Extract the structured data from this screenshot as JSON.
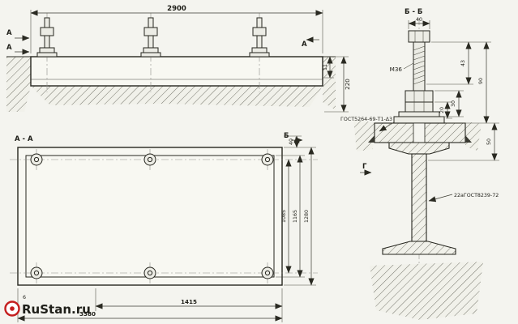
{
  "watermark": {
    "text": "RuStan.ru",
    "accent_color": "#c41e1e"
  },
  "top_view": {
    "dim_width": "2900",
    "dim_depth": "220",
    "dim_offset": "11",
    "marker_a_top": "А",
    "marker_a_bottom": "А",
    "marker_a_right": "А",
    "marker_b": "Б"
  },
  "section_view": {
    "title": "А - А",
    "dim_edge": "40",
    "dim_bolt_span": "1085",
    "dim_inner": "1165",
    "dim_outer": "1280",
    "dim_bottom_half": "1415",
    "dim_bottom_total": "3380",
    "note": "6"
  },
  "detail_view": {
    "title": "Б - Б",
    "dim_head": "40",
    "thread_label": "М36",
    "dim_thread": "43",
    "dim_bolt": "90",
    "dim_nut": "30",
    "dim_washers": "20",
    "dim_plate": "50",
    "weld_spec": "ГОСТ5264-69-Т1-∆3",
    "beam_spec": "22аГОСТ8239-72",
    "marker_g": "Г"
  }
}
